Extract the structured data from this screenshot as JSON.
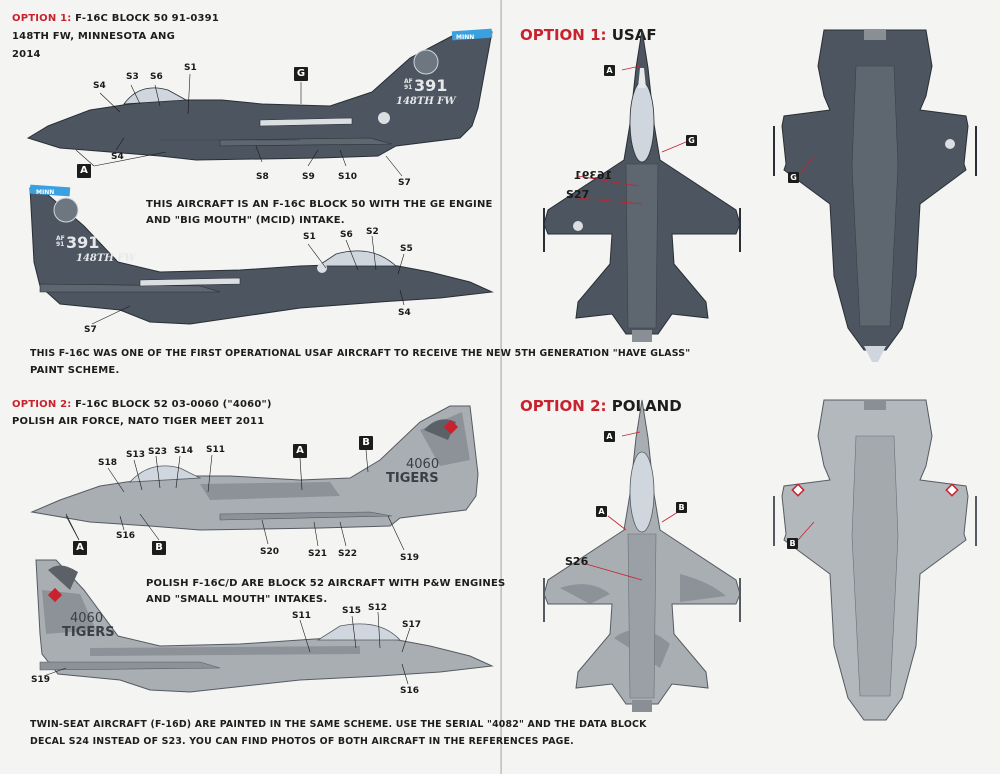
{
  "colors": {
    "usaf_gray": "#4c5560",
    "usaf_gray_light": "#5e6670",
    "poland_gray": "#a9aeb3",
    "poland_gray_dark": "#8c9298",
    "canopy": "#cfd6de",
    "accent_red": "#c8222e",
    "fin_blue": "#3aa0e0"
  },
  "left": {
    "opt1": {
      "prefix": "OPTION 1:",
      "title": " F-16C BLOCK 50  91-0391",
      "line2": "148TH FW, MINNESOTA ANG",
      "line3": "2014"
    },
    "note1": "THIS AIRCRAFT IS AN F-16C BLOCK 50 WITH THE GE ENGINE",
    "note2": "AND \"BIG MOUTH\" (MCID) INTAKE.",
    "note3": "THIS F-16C WAS ONE OF THE FIRST OPERATIONAL USAF AIRCRAFT TO RECEIVE THE NEW 5TH GENERATION \"HAVE GLASS\"",
    "note4": "PAINT SCHEME.",
    "opt2": {
      "prefix": "OPTION 2:",
      "title": " F-16C BLOCK 52  03-0060 (\"4060\")",
      "line2": "POLISH AIR FORCE, NATO TIGER MEET 2011"
    },
    "note5": "POLISH F-16C/D ARE BLOCK 52 AIRCRAFT WITH P&W ENGINES",
    "note6": "AND \"SMALL MOUTH\" INTAKES.",
    "note7": "TWIN-SEAT AIRCRAFT (F-16D) ARE PAINTED IN THE SAME SCHEME. USE THE SERIAL \"4082\" AND THE DATA BLOCK",
    "note8": "DECAL S24 INSTEAD OF S23. YOU CAN FIND PHOTOS OF BOTH AIRCRAFT IN THE REFERENCES PAGE."
  },
  "right": {
    "opt1_prefix": "OPTION 1:",
    "opt1_name": " USAF",
    "opt2_prefix": "OPTION 2:",
    "opt2_name": " POLAND",
    "serial_mirrored": "16391"
  },
  "markings": {
    "tail_391_small": "AF\n91",
    "tail_391": "391",
    "fw": "148TH FW",
    "tail_4060": "4060",
    "tigers": "TIGERS",
    "fin_band": "MINN"
  },
  "labels": {
    "A": "A",
    "B": "B",
    "G": "G",
    "S1": "S1",
    "S2": "S2",
    "S3": "S3",
    "S4": "S4",
    "S5": "S5",
    "S6": "S6",
    "S7": "S7",
    "S8": "S8",
    "S9": "S9",
    "S10": "S10",
    "S11": "S11",
    "S12": "S12",
    "S13": "S13",
    "S14": "S14",
    "S15": "S15",
    "S16": "S16",
    "S17": "S17",
    "S18": "S18",
    "S19": "S19",
    "S20": "S20",
    "S21": "S21",
    "S22": "S22",
    "S23": "S23",
    "S26": "S26",
    "S27": "S27"
  }
}
